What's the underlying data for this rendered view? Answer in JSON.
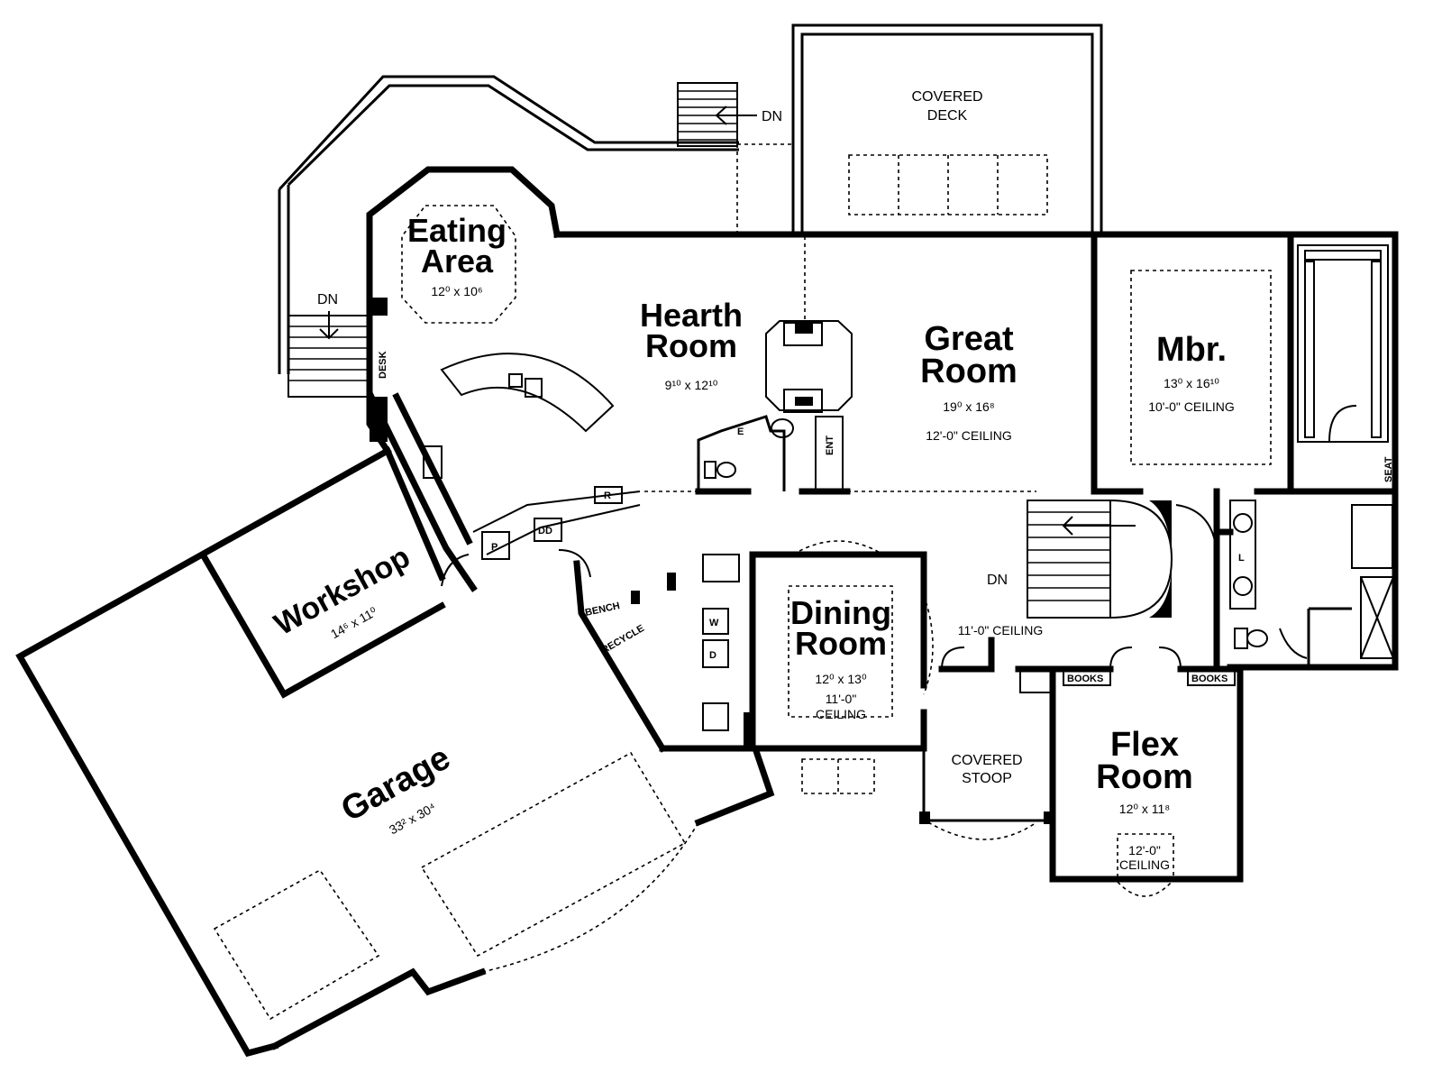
{
  "rooms": {
    "eating_area": {
      "name_line1": "Eating",
      "name_line2": "Area",
      "dims": "12⁰ x 10⁶"
    },
    "hearth_room": {
      "name_line1": "Hearth",
      "name_line2": "Room",
      "dims": "9¹⁰ x 12¹⁰"
    },
    "great_room": {
      "name_line1": "Great",
      "name_line2": "Room",
      "dims": "19⁰ x 16⁸",
      "ceiling": "12'-0\" CEILING"
    },
    "mbr": {
      "name": "Mbr.",
      "dims": "13⁰ x 16¹⁰",
      "ceiling": "10'-0\" CEILING"
    },
    "workshop": {
      "name": "Workshop",
      "dims": "14⁶ x 11⁰"
    },
    "dining_room": {
      "name_line1": "Dining",
      "name_line2": "Room",
      "dims": "12⁰ x 13⁰",
      "ceiling_line1": "11'-0\"",
      "ceiling_line2": "CEILING"
    },
    "garage": {
      "name": "Garage",
      "dims": "33² x 30⁴"
    },
    "flex_room": {
      "name_line1": "Flex",
      "name_line2": "Room",
      "dims": "12⁰ x 11⁸",
      "ceiling_line1": "12'-0\"",
      "ceiling_line2": "CEILING"
    },
    "covered_deck": {
      "line1": "COVERED",
      "line2": "DECK"
    },
    "covered_stoop": {
      "line1": "COVERED",
      "line2": "STOOP"
    }
  },
  "labels": {
    "dn_deck": "DN",
    "dn_left": "DN",
    "dn_stair": "DN",
    "foyer_ceiling": "11'-0\" CEILING",
    "desk": "DESK",
    "bench": "BENCH",
    "recycle": "RECYCLE",
    "books_left": "BOOKS",
    "books_right": "BOOKS",
    "seat": "SEAT",
    "ent": "ENT",
    "pantry": "P",
    "dd": "DD",
    "refrigerator": "R",
    "washer": "W",
    "dryer": "D",
    "lav": "L",
    "e": "E"
  }
}
